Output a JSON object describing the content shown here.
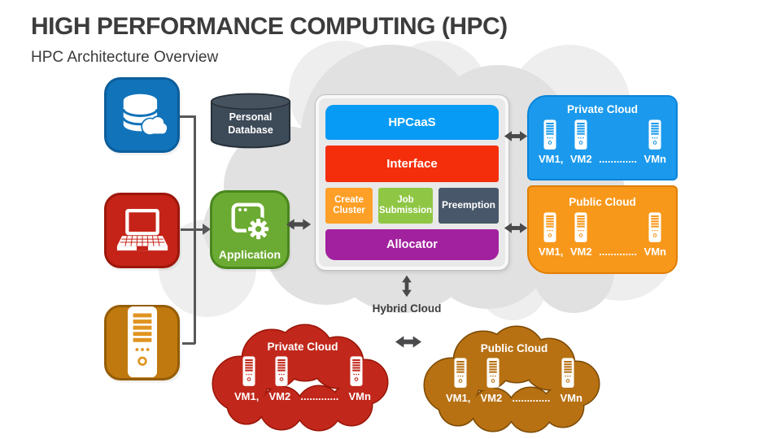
{
  "header": {
    "title": "HIGH PERFORMANCE COMPUTING (HPC)",
    "subtitle": "HPC Architecture Overview"
  },
  "personal_database": {
    "label": "Personal Database"
  },
  "application": {
    "label": "Application"
  },
  "stack": {
    "hpcaas": "HPCaaS",
    "interface": "Interface",
    "create_cluster": "Create Cluster",
    "job_submission": "Job Submission",
    "preemption": "Preemption",
    "allocator": "Allocator"
  },
  "private_cloud_box": {
    "title": "Private Cloud"
  },
  "public_cloud_box": {
    "title": "Public Cloud"
  },
  "private_cloud_shape": {
    "title": "Private Cloud"
  },
  "public_cloud_shape": {
    "title": "Public Cloud"
  },
  "hybrid_cloud_label": "Hybrid Cloud",
  "vm_labels": {
    "vm1": "VM1,",
    "vm2": "VM2",
    "dots": ".............",
    "vmn": "VMn"
  },
  "colors": {
    "title_text": "#3c3c3c",
    "db_tile": "#1173b9",
    "laptop_tile": "#c52318",
    "server_tile": "#c0790f",
    "personal_db_cylinder": "#3d4a58",
    "application_green": "#6cab33",
    "hpcaas_blue": "#089bf5",
    "interface_red": "#f42e0b",
    "create_cluster_orange": "#fe9f27",
    "job_submission_green": "#8fc643",
    "preemption_slate": "#48586a",
    "allocator_purple": "#a2219e",
    "private_cloud_box_blue": "#1b9aed",
    "public_cloud_box_orange": "#f8981b",
    "private_cloud_shape_red": "#c1281b",
    "public_cloud_shape_gold": "#b77113",
    "arrow_gray": "#4a4a4c",
    "background_cloud_gray": "#e1e1e1"
  }
}
